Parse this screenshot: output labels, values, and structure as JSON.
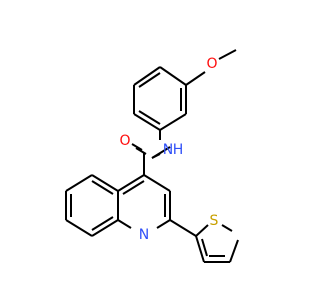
{
  "molecule": {
    "atoms": {
      "oxygen_methoxy": {
        "symbol": "O",
        "color": "#ff0d0d"
      },
      "oxygen_carbonyl": {
        "symbol": "O",
        "color": "#ff0d0d"
      },
      "nitrogen_amide": {
        "symbol": "N",
        "color": "#3050f8"
      },
      "hydrogen_amide": {
        "symbol": "H",
        "color": "#3050f8"
      },
      "nitrogen_quinoline": {
        "symbol": "N",
        "color": "#3050f8"
      },
      "sulfur_thiophene": {
        "symbol": "S",
        "color": "#c8a000"
      }
    }
  }
}
